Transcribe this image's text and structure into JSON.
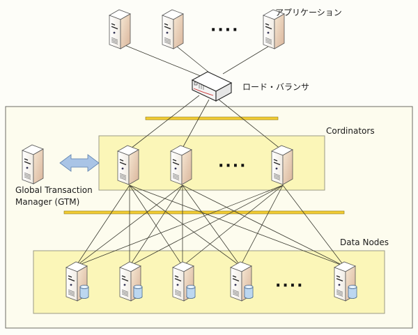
{
  "labels": {
    "applications": "アプリケーション",
    "load_balancer": "ロード・バランサ",
    "coordinators": "Cordinators",
    "gtm_line1": "Global Transaction",
    "gtm_line2": "Manager (GTM)",
    "data_nodes": "Data Nodes",
    "ellipsis": "····"
  },
  "nodes": {
    "applications": {
      "count_shown": 3,
      "has_ellipsis": true
    },
    "coordinators": {
      "count_shown": 3,
      "has_ellipsis": true
    },
    "data_nodes": {
      "count_shown": 5,
      "has_ellipsis": true
    },
    "gtm": {
      "count_shown": 1
    },
    "load_balancer": {
      "count_shown": 1
    }
  },
  "colors": {
    "cluster_bg": "#fdfcea",
    "group_bg": "#fbf5b4",
    "bus": "#f2cc33",
    "arrow": "#a9c4e6",
    "line": "#3a3a30",
    "db": "#bcd7f0"
  }
}
